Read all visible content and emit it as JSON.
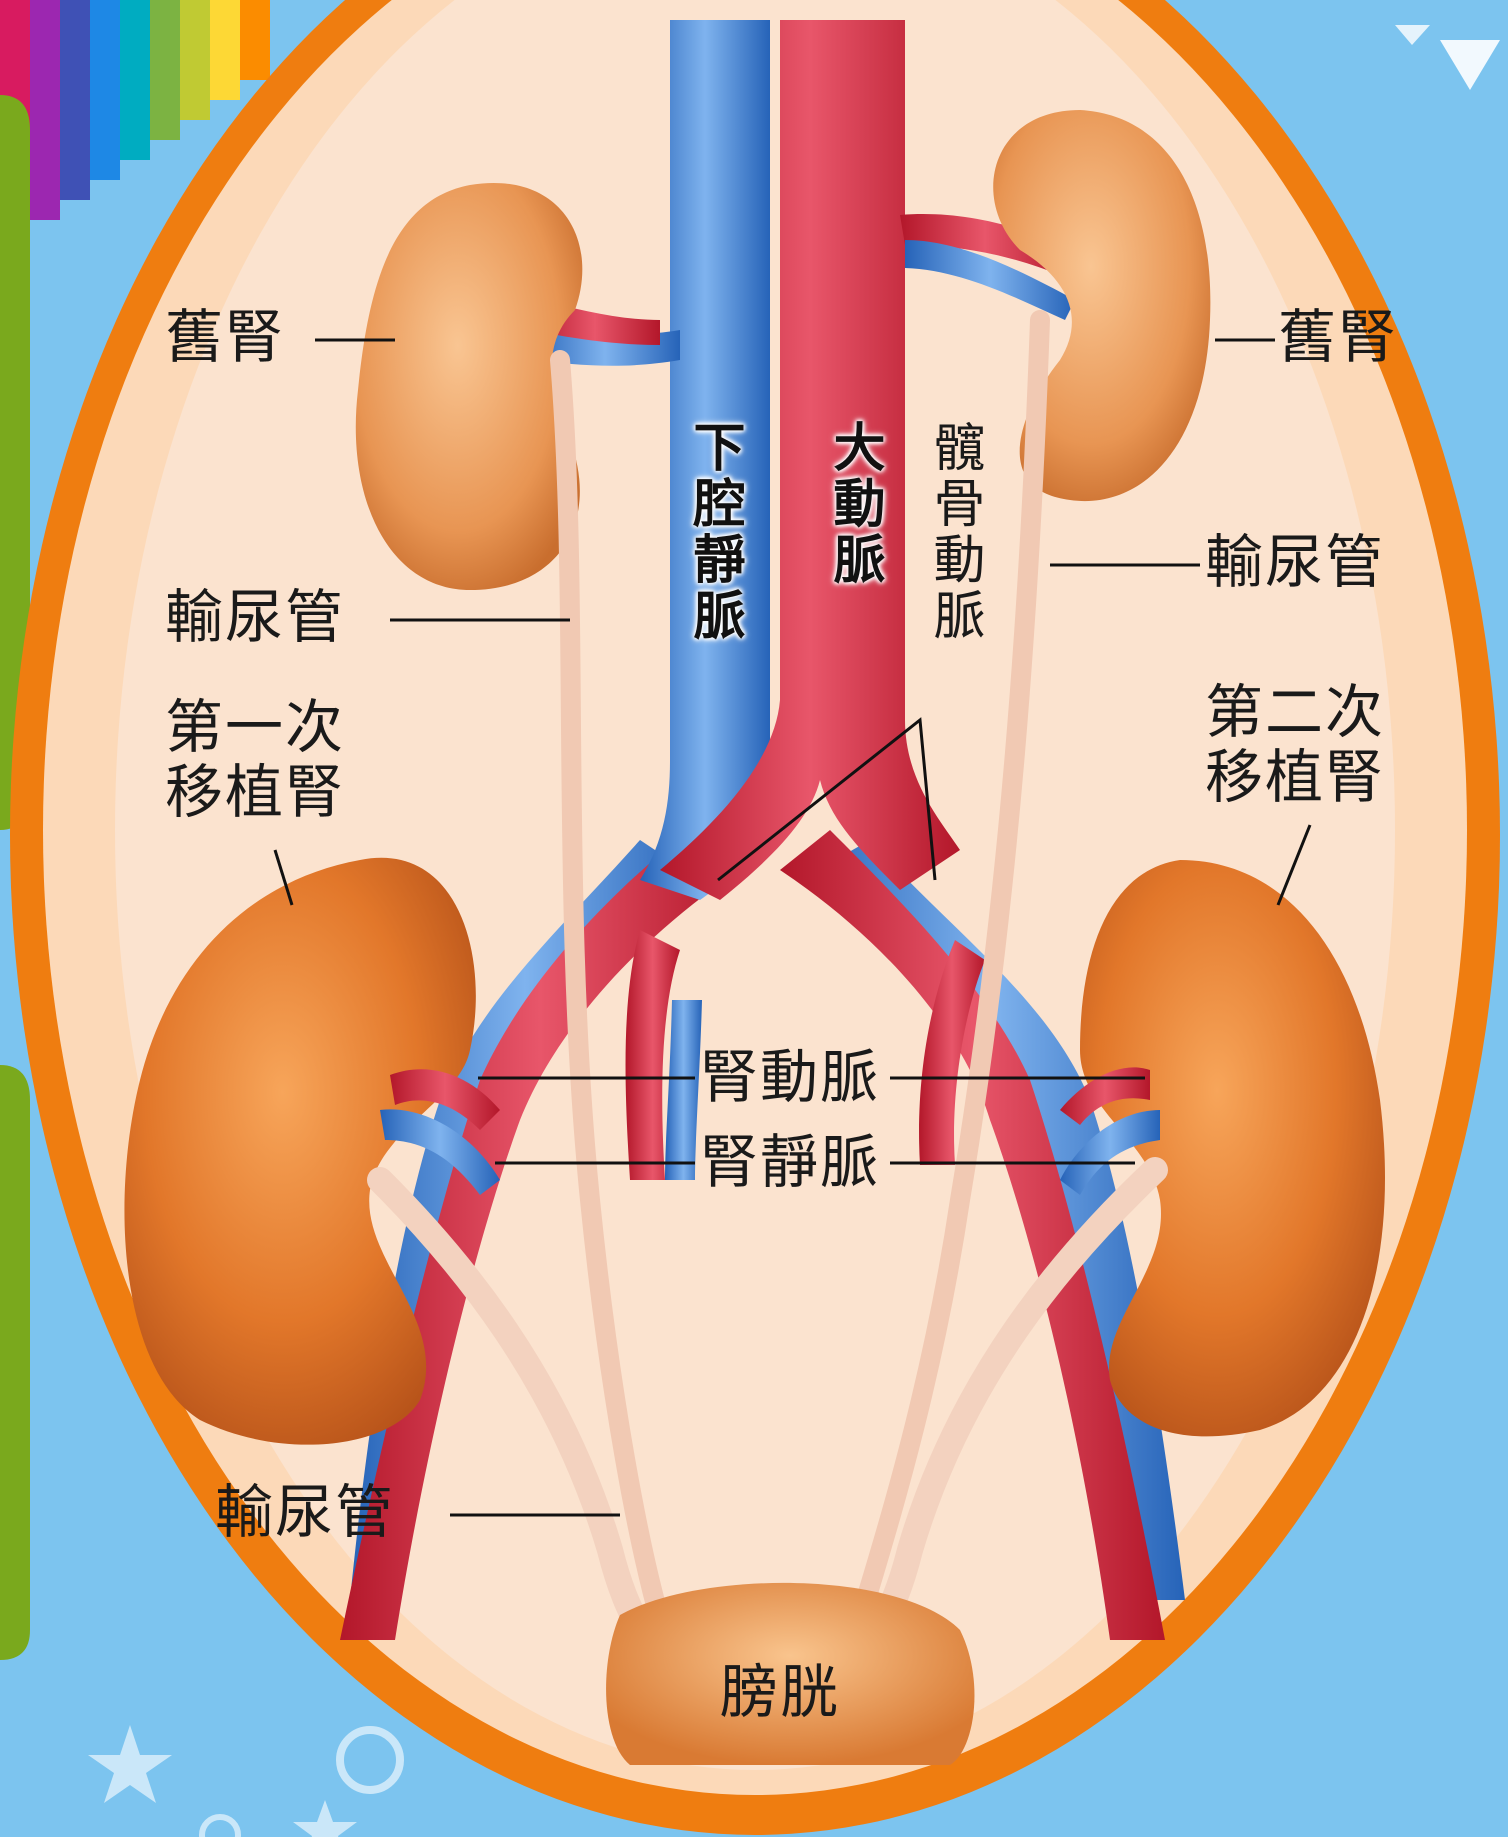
{
  "labels": {
    "old_kidney_left": "舊腎",
    "old_kidney_right": "舊腎",
    "ureter_left": "輸尿管",
    "ureter_right": "輸尿管",
    "ureter_bottom": "輸尿管",
    "first_transplant": [
      "第一次",
      "移植腎"
    ],
    "second_transplant": [
      "第二次",
      "移植腎"
    ],
    "ivc": "下腔靜脈",
    "aorta": "大動脈",
    "iliac_artery": "髖骨動脈",
    "renal_artery": "腎動脈",
    "renal_vein": "腎靜脈",
    "bladder": "膀胱"
  },
  "colors": {
    "background": "#7cc4ef",
    "orange_ring": "#e8720c",
    "skin": "#fbe1c8",
    "kidney": "#e07a2c",
    "artery": "#cf2a3a",
    "vein": "#3a7fd0",
    "ureter": "#f1c9b3",
    "side_tab": "#7aa91d"
  }
}
